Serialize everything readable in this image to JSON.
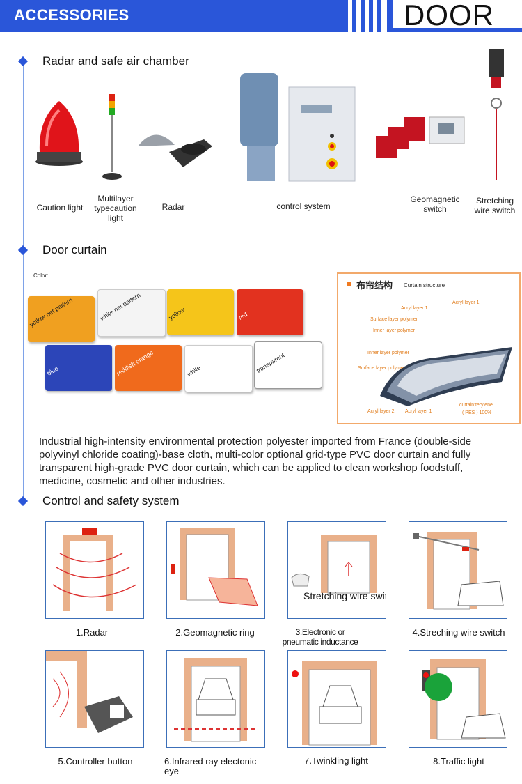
{
  "header": {
    "title": "ACCESSORIES",
    "right_title": "DOOR"
  },
  "sections": {
    "radar": {
      "title": "Radar and safe air chamber"
    },
    "curtain": {
      "title": "Door curtain",
      "color_label": "Color:"
    },
    "control": {
      "title": "Control and safety system"
    }
  },
  "products": [
    {
      "label": "Caution light"
    },
    {
      "label": "Multilayer typecaution light"
    },
    {
      "label": "Radar"
    },
    {
      "label": "control system"
    },
    {
      "label": "Geomagnetic switch"
    },
    {
      "label": "Stretching wire switch"
    }
  ],
  "swatches": [
    {
      "label": "yellow net pattern",
      "color": "#f0a020"
    },
    {
      "label": "white net pattern",
      "color": "#f4f4f4"
    },
    {
      "label": "yellow",
      "color": "#f5c51a"
    },
    {
      "label": "red",
      "color": "#e2321f"
    },
    {
      "label": "blue",
      "color": "#2c45b8"
    },
    {
      "label": "reddish orange",
      "color": "#f06a1c"
    },
    {
      "label": "white",
      "color": "#ffffff"
    },
    {
      "label": "transparent",
      "color": "#ffffff"
    }
  ],
  "structure": {
    "title_cn": "布帘结构",
    "title_en": "Curtain structure",
    "labels": [
      "Acryl layer 1",
      "Acryl layer 1",
      "Surface layer polymer",
      "Inner layer polymer",
      "Inner layer polymer",
      "Surface layer polymer",
      "Acryl layer 2",
      "Acryl layer 1",
      "curtain:terylene",
      "( PES ) 100%"
    ]
  },
  "description": "Industrial high-intensity environmental protection polyester imported from France (double-side polyvinyl chloride coating)-base cloth, multi-color optional grid-type PVC door curtain and fully transparent high-grade PVC door curtain, which can be applied to clean workshop foodstuff, medicine, cosmetic and other industries.",
  "safety": [
    {
      "label": "1.Radar"
    },
    {
      "label": "2.Geomagnetic ring"
    },
    {
      "label": "3.Electronic or pneumatic inductance",
      "inner": "Stretching wire switch"
    },
    {
      "label": "4.Streching wire switch"
    },
    {
      "label": "5.Controller button"
    },
    {
      "label": "6.Infrared ray electonic eye"
    },
    {
      "label": "7.Twinkling light"
    },
    {
      "label": "8.Traffic light"
    }
  ],
  "colors": {
    "brand_blue": "#2a56d9",
    "accent_orange": "#f2a96b",
    "frame": "#e9b08a"
  }
}
